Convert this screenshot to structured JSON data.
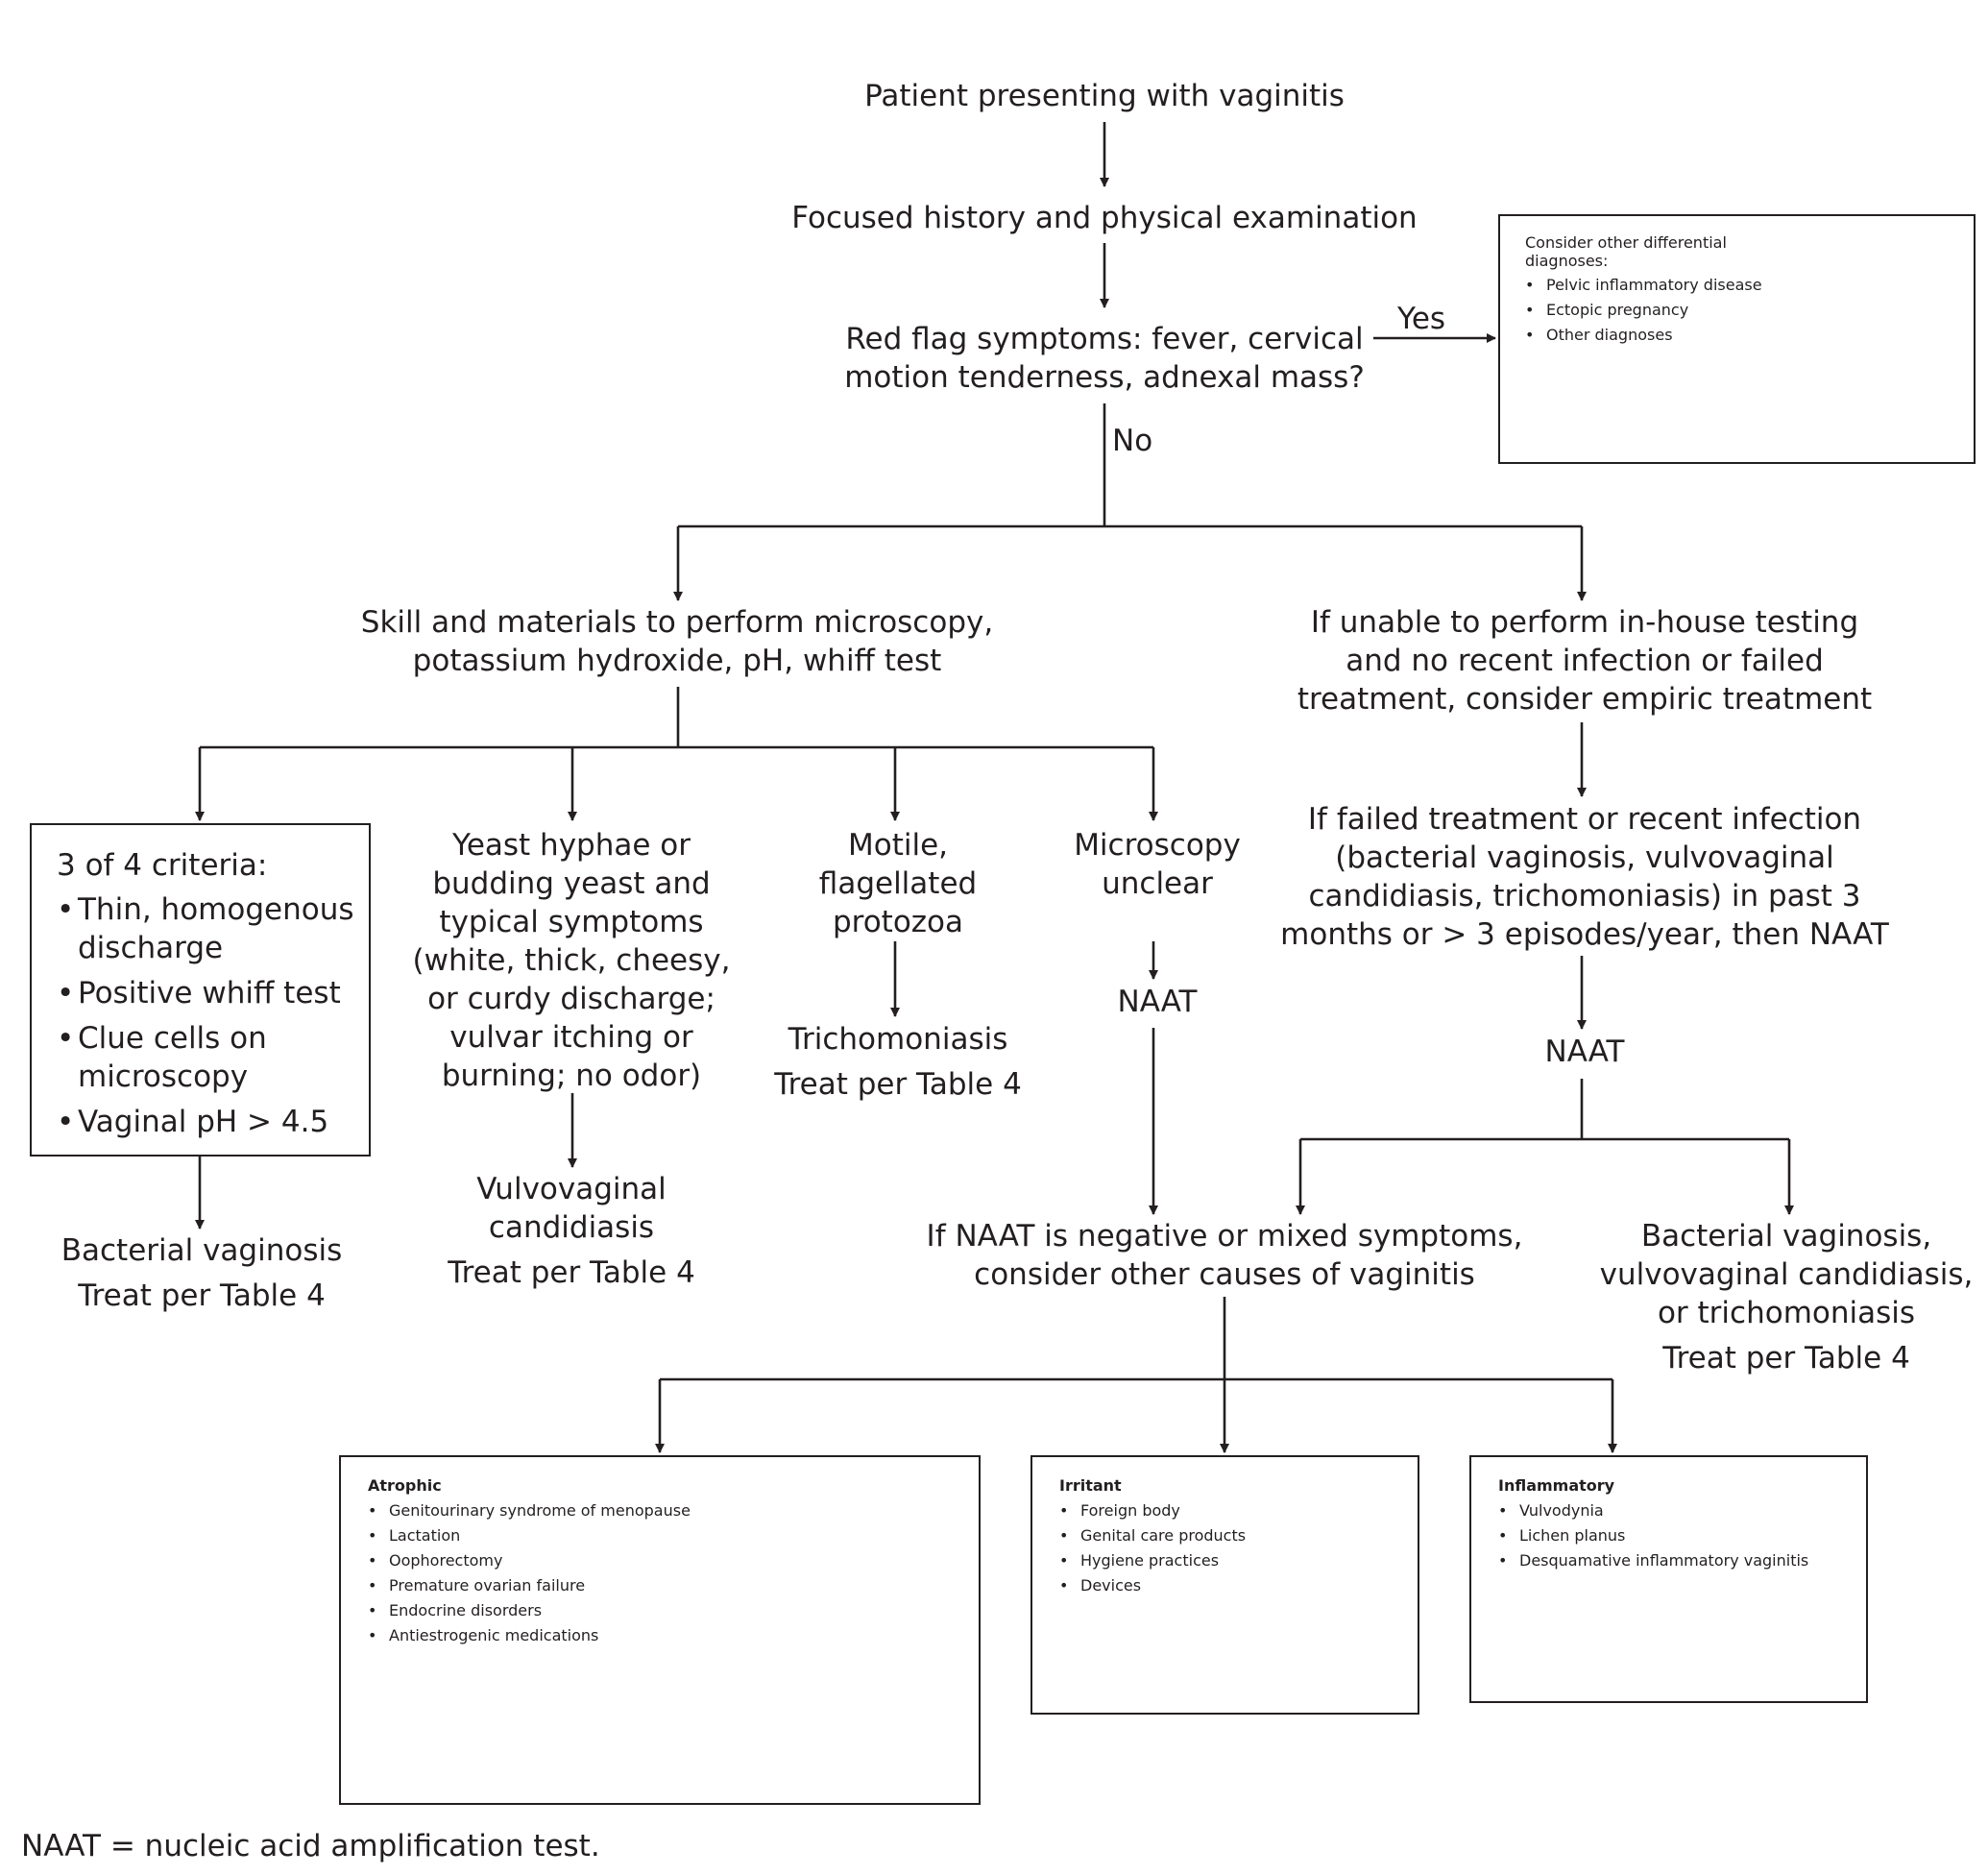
{
  "nodes": {
    "start": "Patient presenting with vaginitis",
    "history": "Focused history and physical examination",
    "red_flag": [
      "Red flag symptoms: fever, cervical",
      "motion tenderness, adnexal mass?"
    ],
    "yes_label": "Yes",
    "no_label": "No",
    "other_dx": {
      "title": [
        "Consider other differential",
        "diagnoses:"
      ],
      "items": [
        "Pelvic inflammatory disease",
        "Ectopic pregnancy",
        "Other diagnoses"
      ]
    },
    "microscopy_skill": [
      "Skill and materials to perform microscopy,",
      "potassium hydroxide, pH, whiff test"
    ],
    "empiric": [
      "If unable to perform in-house testing",
      "and no recent infection or failed",
      "treatment, consider empiric treatment"
    ],
    "bv_criteria": {
      "title": "3 of 4 criteria:",
      "items": [
        "Thin, homogenous discharge",
        "Positive whiff test",
        "Clue cells on microscopy",
        "Vaginal pH > 4.5"
      ]
    },
    "yeast": [
      "Yeast hyphae or",
      "budding yeast and",
      "typical symptoms",
      "(white, thick, cheesy,",
      "or curdy discharge;",
      "vulvar itching or",
      "burning; no odor)"
    ],
    "motile": [
      "Motile,",
      "flagellated",
      "protozoa"
    ],
    "unclear": [
      "Microscopy",
      "unclear"
    ],
    "naat_left": "NAAT",
    "failed_treatment": [
      "If failed treatment or recent infection",
      "(bacterial vaginosis, vulvovaginal",
      "candidiasis, trichomoniasis) in past 3",
      "months or > 3 episodes/year, then NAAT"
    ],
    "naat_right": "NAAT",
    "bv_result": [
      "Bacterial vaginosis",
      "Treat per Table 4"
    ],
    "vvc_result": [
      "Vulvovaginal",
      "candidiasis",
      "Treat per Table 4"
    ],
    "trich_result": [
      "Trichomoniasis",
      "Treat per Table 4"
    ],
    "naat_negative": [
      "If NAAT is negative or mixed symptoms,",
      "consider other causes of vaginitis"
    ],
    "naat_positive": [
      "Bacterial vaginosis,",
      "vulvovaginal candidiasis,",
      "or trichomoniasis",
      "Treat per Table 4"
    ],
    "atrophic": {
      "title": "Atrophic",
      "items": [
        "Genitourinary syndrome of menopause",
        "Lactation",
        "Oophorectomy",
        "Premature ovarian failure",
        "Endocrine disorders",
        "Antiestrogenic medications"
      ]
    },
    "irritant": {
      "title": "Irritant",
      "items": [
        "Foreign body",
        "Genital care products",
        "Hygiene practices",
        "Devices"
      ]
    },
    "inflammatory": {
      "title": "Inflammatory",
      "items": [
        "Vulvodynia",
        "Lichen planus",
        "Desquamative inflammatory vaginitis"
      ]
    }
  },
  "footnote": "NAAT = nucleic acid amplification test."
}
